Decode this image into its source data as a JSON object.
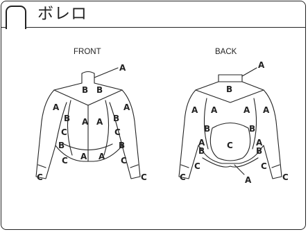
{
  "title": "ボレロ",
  "front": {
    "view_label": "FRONT",
    "labels": [
      "A",
      "B",
      "B",
      "A",
      "A",
      "A",
      "A",
      "C",
      "B",
      "B",
      "C",
      "B",
      "B",
      "C",
      "A",
      "A",
      "C",
      "C",
      "C"
    ]
  },
  "back": {
    "view_label": "BACK",
    "labels": [
      "A",
      "B",
      "A",
      "A",
      "A",
      "A",
      "B",
      "B",
      "A",
      "A",
      "C",
      "B",
      "B",
      "C",
      "C",
      "A",
      "C",
      "C"
    ]
  }
}
